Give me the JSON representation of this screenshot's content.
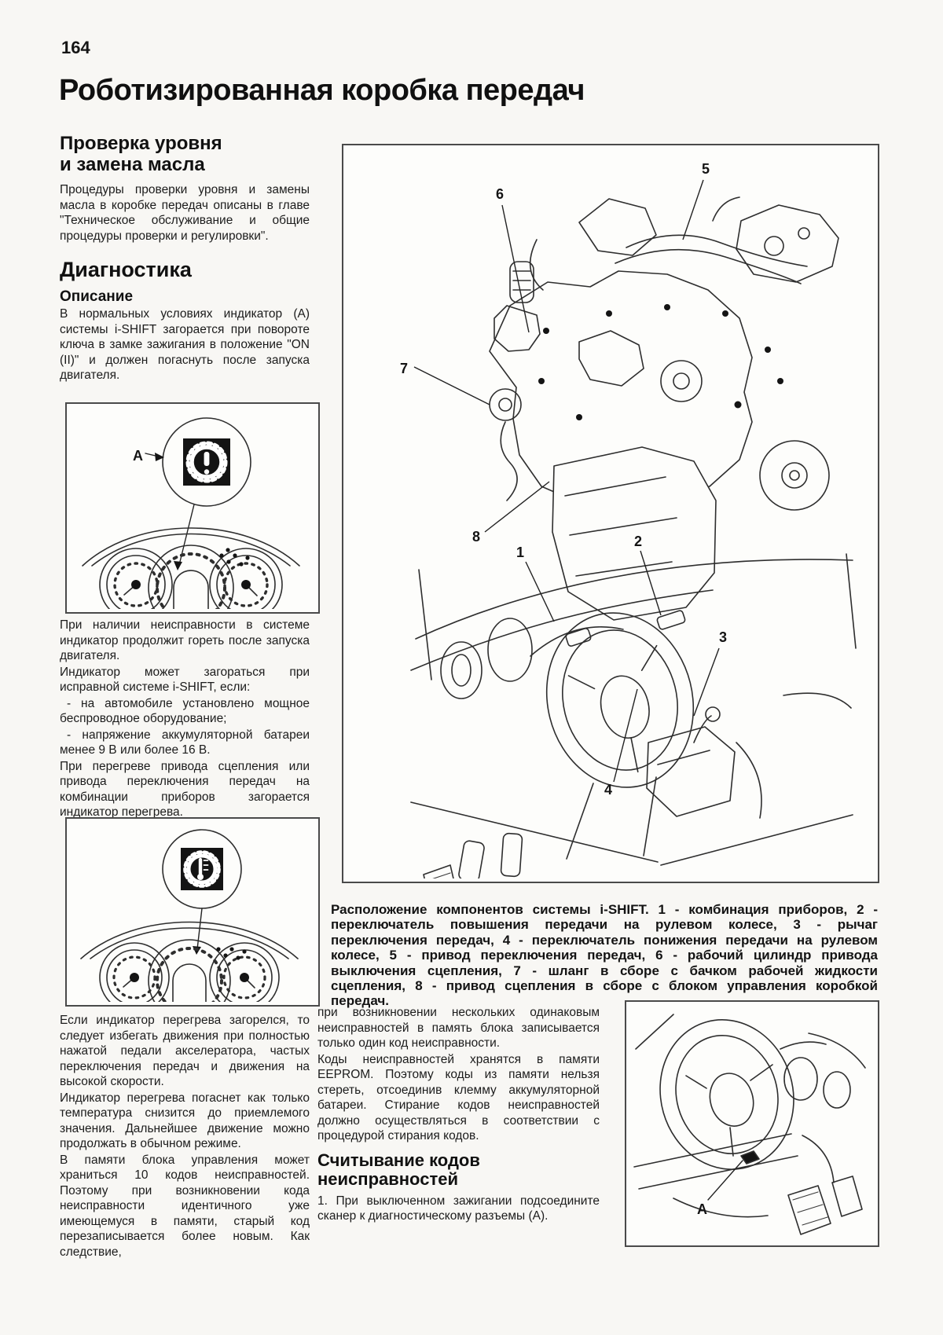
{
  "page": {
    "number": "164",
    "title": "Роботизированная коробка передач"
  },
  "left": {
    "h_oil": "Проверка уровня\nи замена масла",
    "p_oil": "Процедуры проверки уровня и замены масла в коробке передач описаны в главе \"Техническое обслуживание и общие процедуры проверки и регулировки\".",
    "h_diag": "Диагностика",
    "h_descr": "Описание",
    "p_descr": "В нормальных условиях индикатор (А) системы i-SHIFT загорается при повороте ключа в замке зажигания в положение \"ON (II)\" и должен погаснуть после запуска двигателя.",
    "fig1_label": "А",
    "p_fault1": "При наличии неисправности в системе индикатор продолжит гореть после запуска двигателя.",
    "p_fault2": "Индикатор может загораться при исправной системе i-SHIFT, если:",
    "li1": "- на автомобиле установлено мощное беспроводное оборудование;",
    "li2": "- напряжение аккумуляторной батареи менее 9 В или более 16 В.",
    "p_overheat": "При перегреве привода сцепления или привода переключения передач на комбинации приборов загорается индикатор перегрева.",
    "p_over1": "Если индикатор перегрева загорелся, то следует избегать движения при полностью нажатой педали акселератора, частых переключения передач и движения на высокой скорости.",
    "p_over2": "Индикатор перегрева погаснет как только температура снизится до приемлемого значения. Дальнейшее движение можно продолжать в обычном режиме.",
    "p_mem": "В памяти блока управления может храниться 10 кодов неисправностей. Поэтому при возникновении кода неисправности идентичного уже имеющемуся в памяти, старый код перезаписывается более новым. Как следствие,"
  },
  "figure_main": {
    "callouts": {
      "c1": "1",
      "c2": "2",
      "c3": "3",
      "c4": "4",
      "c5": "5",
      "c6": "6",
      "c7": "7",
      "c8": "8"
    },
    "caption": "Расположение компонентов системы i-SHIFT. 1 - комбинация приборов, 2 - переключатель повышения передачи на рулевом колесе, 3 - рычаг переключения передач, 4 - переключатель понижения передачи на рулевом колесе, 5 - привод переключения передач, 6 - рабочий цилиндр привода выключения сцепления, 7 - шланг в сборе с бачком рабочей жидкости сцепления, 8 - привод сцепления в сборе с блоком управления коробкой передач."
  },
  "mid": {
    "p1": "при возникновении нескольких одинаковым неисправностей в память блока записывается только один код неисправности.",
    "p2": "Коды неисправностей хранятся в памяти EEPROM. Поэтому коды из памяти нельзя стереть, отсоединив клемму аккумуляторной батареи. Стирание кодов неисправностей должно осуществляться в соответствии с процедурой стирания кодов.",
    "h_read": "Считывание кодов\nнеисправностей",
    "p3": "1. При выключенном зажигании подсоедините сканер к диагностическому разъемы (А)."
  },
  "figure_bottom": {
    "label": "А"
  }
}
